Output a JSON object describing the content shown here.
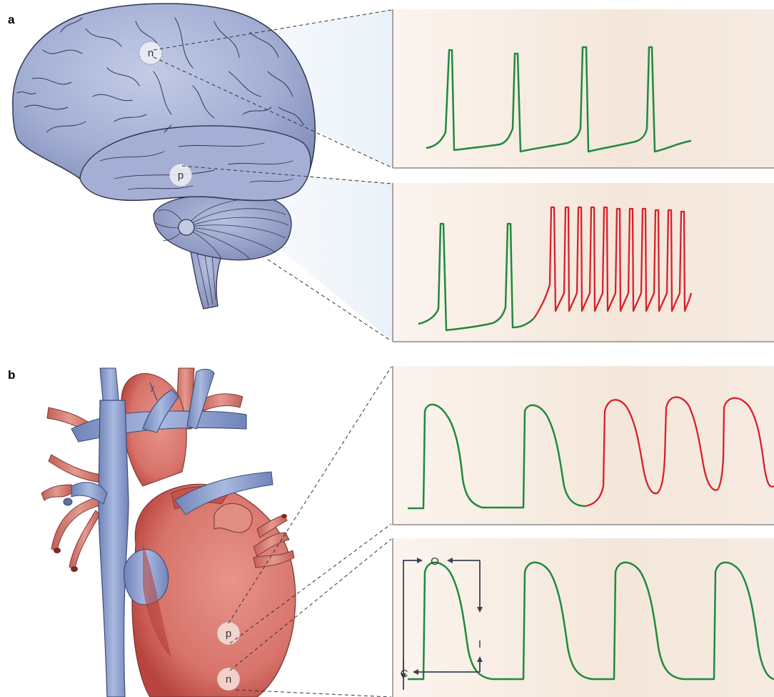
{
  "figure": {
    "panel_a": {
      "label": "a"
    },
    "panel_b": {
      "label": "b"
    },
    "brain_markers": {
      "n": "n",
      "p": "p"
    },
    "heart_markers": {
      "p": "p",
      "n": "n"
    },
    "channel_states": {
      "open": "O",
      "inactivated": "I",
      "closed": "C"
    }
  },
  "colors": {
    "normal_trace": "#1f8a3c",
    "pathological_trace": "#d8202a",
    "trace_panel_bg": "#f5e8dc",
    "brain_fill": "#a6b1d4",
    "vein_fill": "#8a9fce",
    "heart_fill": "#d9756b",
    "state_arrows": "#3a4250"
  }
}
